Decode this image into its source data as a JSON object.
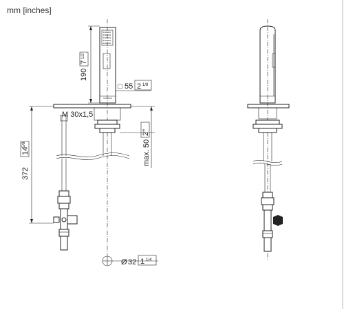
{
  "units_label": "mm [inches]",
  "front_view": {
    "dim_height_mm": "190",
    "dim_height_in": "7",
    "dim_height_in_frac": "1/2",
    "dim_square_symbol": "□",
    "dim_square_mm": "55",
    "dim_square_in": "2",
    "dim_square_in_frac": "1/8",
    "dim_thread": "M 30x1,5",
    "dim_below_mm": "max. 50",
    "dim_below_in": "2\"",
    "dim_total_mm": "372",
    "dim_total_in": "14",
    "dim_total_in_frac": "5/8",
    "dim_hole_symbol": "Ø",
    "dim_hole_mm": "32",
    "dim_hole_in": "1",
    "dim_hole_in_frac": "1/4"
  }
}
